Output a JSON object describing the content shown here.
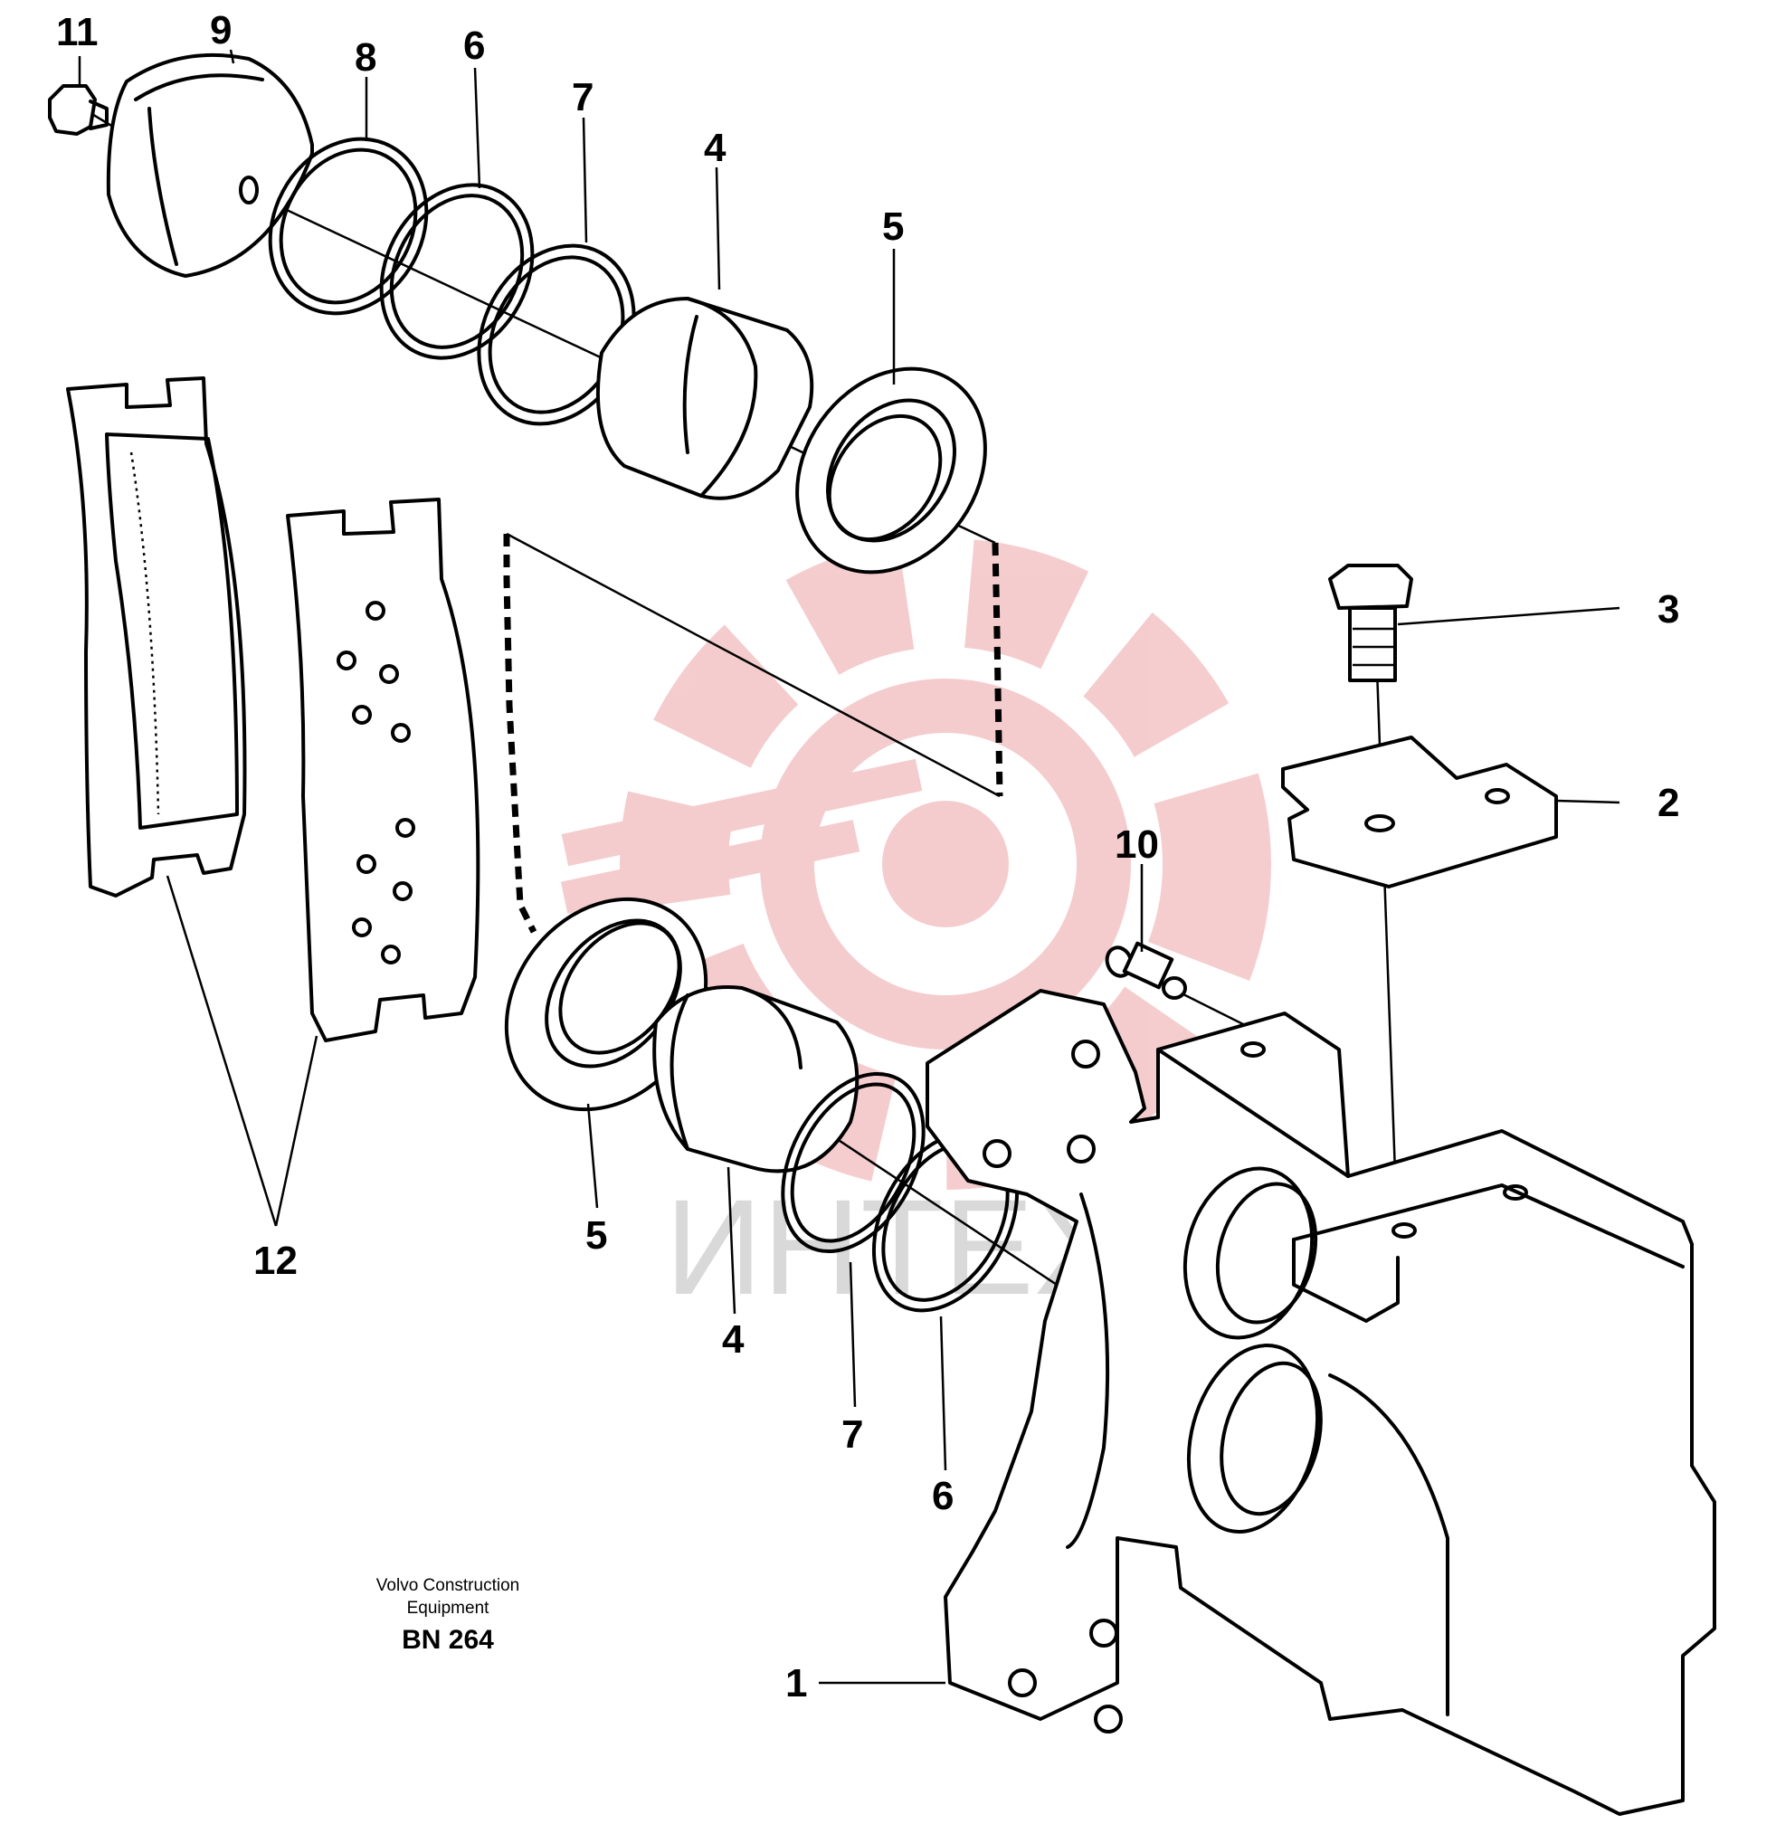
{
  "callouts": {
    "c1": "1",
    "c2": "2",
    "c3": "3",
    "c4a": "4",
    "c4b": "4",
    "c5a": "5",
    "c5b": "5",
    "c6a": "6",
    "c6b": "6",
    "c7a": "7",
    "c7b": "7",
    "c8": "8",
    "c9": "9",
    "c10": "10",
    "c11": "11",
    "c12": "12"
  },
  "caption": {
    "line1": "Volvo Construction",
    "line2": "Equipment",
    "code": "BN 264"
  },
  "watermark": {
    "text": "ИНТЕХ",
    "gear_color": "#f3c4c6",
    "text_color": "#d9d9d9"
  }
}
